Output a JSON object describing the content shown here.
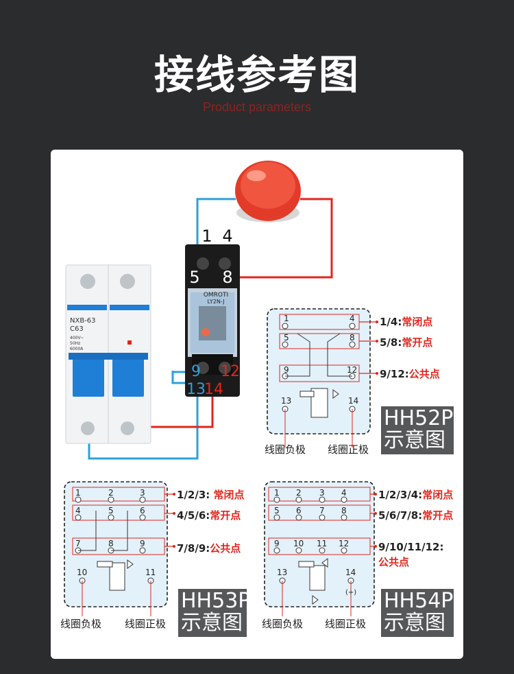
{
  "page": {
    "title": "接线参考图",
    "subtitle": "Product parameters"
  },
  "breaker": {
    "model": "NXB-63",
    "rating": "C63",
    "spec_voltage": "400V~",
    "spec_freq": "50Hz",
    "spec_cap": "6000A"
  },
  "relay": {
    "brand": "OMROTI",
    "model": "LY2N-J",
    "terminals_top": [
      "1",
      "4"
    ],
    "terminals_mid": [
      "5",
      "8"
    ],
    "terminals_bottom": [
      "9",
      "12",
      "13",
      "14"
    ]
  },
  "hh52p": {
    "tag_line1": "HH52P",
    "tag_line2": "示意图",
    "pins": [
      "1",
      "4",
      "5",
      "8",
      "9",
      "12",
      "13",
      "14"
    ],
    "legend": [
      {
        "num": "1/4:",
        "word": "常闭点"
      },
      {
        "num": "5/8:",
        "word": "常开点"
      },
      {
        "num": "9/12:",
        "word": "公共点"
      }
    ],
    "coil_neg": "线圈负极",
    "coil_pos": "线圈正极"
  },
  "hh53p": {
    "tag_line1": "HH53P",
    "tag_line2": "示意图",
    "pins": [
      "1",
      "2",
      "3",
      "4",
      "5",
      "6",
      "7",
      "8",
      "9",
      "10",
      "11"
    ],
    "legend": [
      {
        "num": "1/2/3: ",
        "word": "常闭点"
      },
      {
        "num": "4/5/6:",
        "word": "常开点"
      },
      {
        "num": "7/8/9:",
        "word": "公共点"
      }
    ],
    "coil_neg": "线圈负极",
    "coil_pos": "线圈正极"
  },
  "hh54p": {
    "tag_line1": "HH54P",
    "tag_line2": "示意图",
    "pins": [
      "1",
      "2",
      "3",
      "4",
      "5",
      "6",
      "7",
      "8",
      "9",
      "10",
      "11",
      "12",
      "13",
      "14"
    ],
    "plus_mark": "(+)",
    "legend": [
      {
        "num": "1/2/3/4:",
        "word": "常闭点"
      },
      {
        "num": "5/6/7/8:",
        "word": "常开点"
      },
      {
        "num": "9/10/11/12:",
        "word": ""
      }
    ],
    "legend_extra": "公共点",
    "coil_neg": "线圈负极",
    "coil_pos": "线圈正极"
  },
  "colors": {
    "background": "#2b2c2e",
    "accent_red": "#e1261c",
    "wire_blue": "#2ea0dc",
    "breaker_blue": "#1f7fd6",
    "schematic_bg": "#e3f1fa"
  }
}
